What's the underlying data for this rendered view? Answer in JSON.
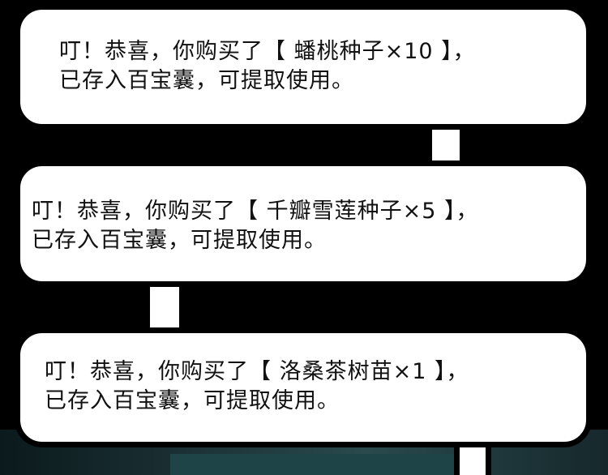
{
  "panel": {
    "notifications": [
      {
        "line1": "叮！恭喜，你购买了【 蟠桃种子×10 】，",
        "line2": "已存入百宝囊，可提取使用。"
      },
      {
        "line1": "叮！恭喜，你购买了【 千瓣雪莲种子×5 】，",
        "line2": "已存入百宝囊，可提取使用。"
      },
      {
        "line1": "叮！恭喜，你购买了【 洛桑茶树苗×1 】，",
        "line2": "已存入百宝囊，可提取使用。"
      }
    ]
  },
  "colors": {
    "bubble_fill": "#ffffff",
    "outline": "#000000",
    "background_bottom": "#1f4448"
  }
}
